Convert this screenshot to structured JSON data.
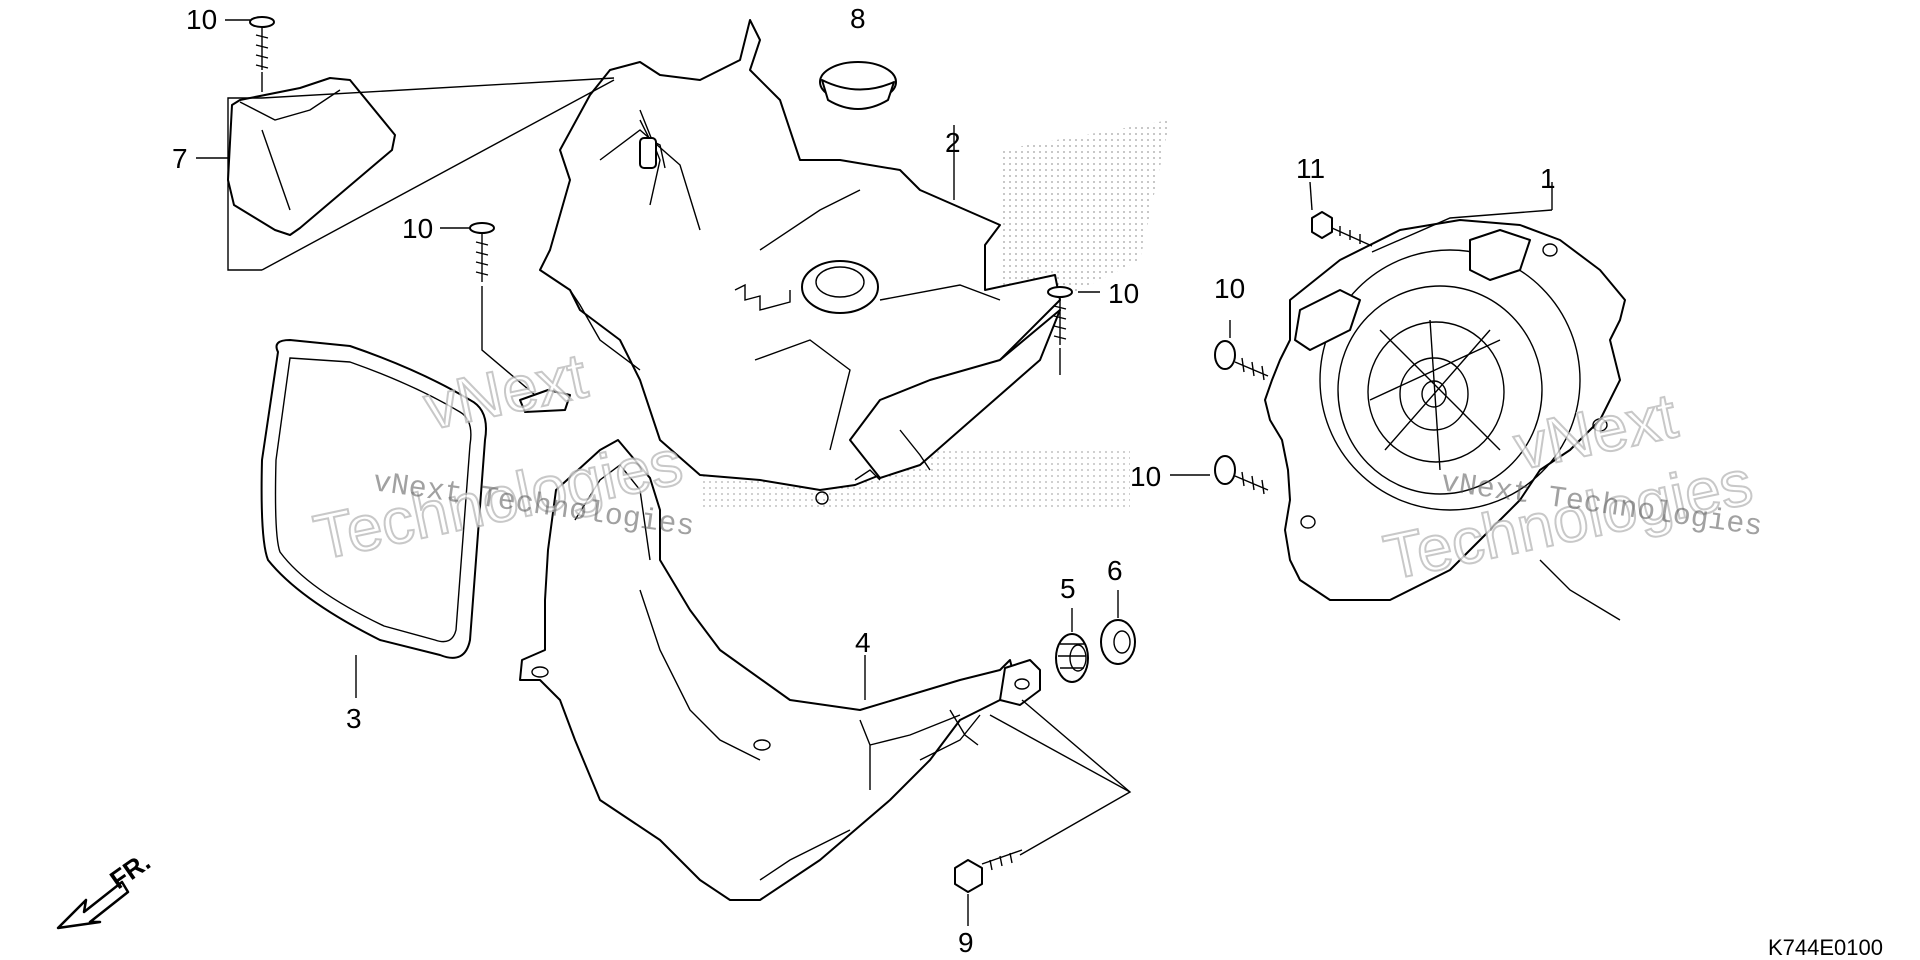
{
  "callouts": {
    "c1": "1",
    "c2": "2",
    "c3": "3",
    "c4": "4",
    "c5": "5",
    "c6": "6",
    "c7": "7",
    "c8": "8",
    "c9": "9",
    "c10a": "10",
    "c10b": "10",
    "c10c": "10",
    "c10d": "10",
    "c10e": "10",
    "c11": "11"
  },
  "direction_label": "FR.",
  "diagram_code": "K744E0100",
  "watermark": {
    "line1": "vNext",
    "line2": "Technologies",
    "inline": "vNext Technologies"
  }
}
